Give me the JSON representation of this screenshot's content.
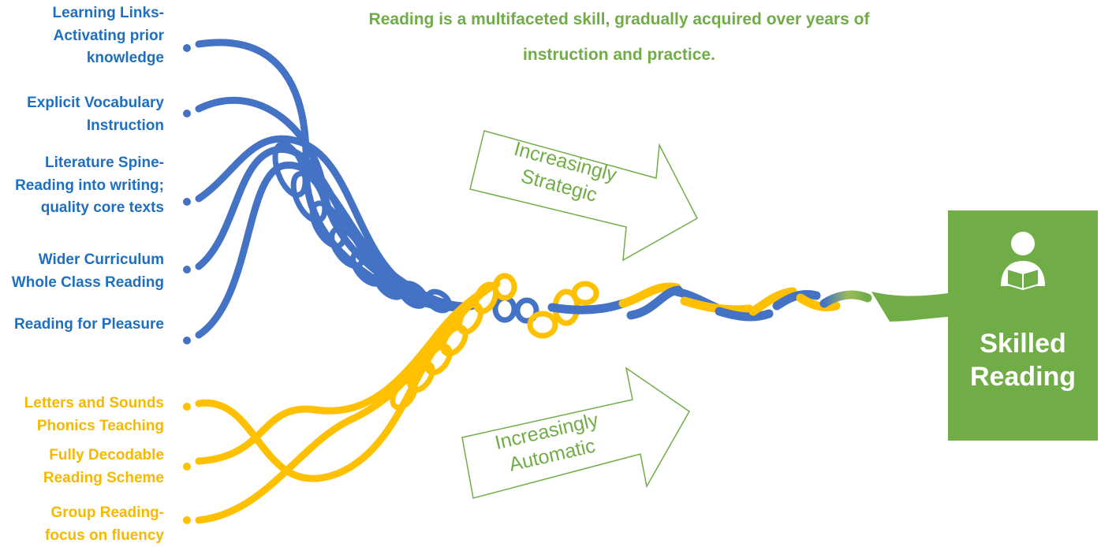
{
  "headline": {
    "line1": "Reading is a multifaceted skill, gradually acquired over years of",
    "line2": "instruction and practice."
  },
  "blue_strands": [
    {
      "lines": [
        "Learning Links-",
        "Activating prior",
        "knowledge"
      ]
    },
    {
      "lines": [
        "Explicit Vocabulary",
        "Instruction"
      ]
    },
    {
      "lines": [
        "Literature Spine-",
        "Reading into writing;",
        "quality core texts"
      ]
    },
    {
      "lines": [
        "Wider Curriculum",
        "Whole Class Reading"
      ]
    },
    {
      "lines": [
        "Reading for Pleasure"
      ]
    }
  ],
  "yellow_strands": [
    {
      "lines": [
        "Letters and Sounds",
        "Phonics Teaching"
      ]
    },
    {
      "lines": [
        "Fully Decodable",
        "Reading Scheme"
      ]
    },
    {
      "lines": [
        "Group Reading-",
        "focus on fluency"
      ]
    }
  ],
  "arrows": {
    "strategic": {
      "line1": "Increasingly",
      "line2": "Strategic"
    },
    "automatic": {
      "line1": "Increasingly",
      "line2": "Automatic"
    }
  },
  "outcome": {
    "line1": "Skilled",
    "line2": "Reading",
    "icon": "reader-icon"
  },
  "colors": {
    "blue": "#4472c4",
    "blue_text": "#1f6fc0",
    "yellow": "#ffc000",
    "yellow_text": "#f7b800",
    "green": "#70ad47"
  }
}
